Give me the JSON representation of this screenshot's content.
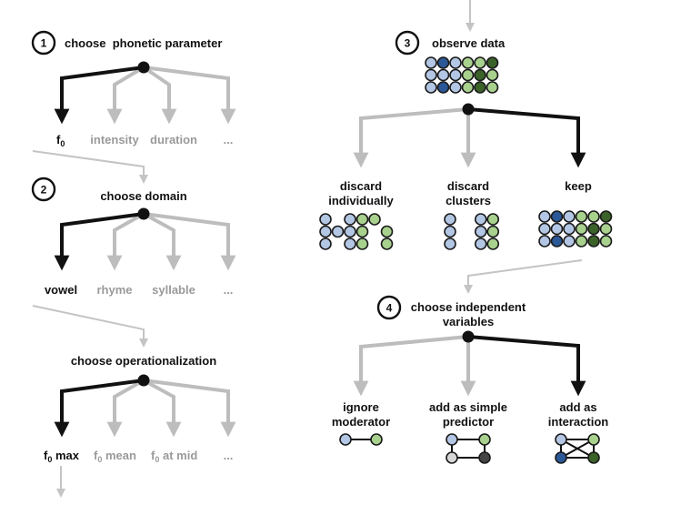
{
  "colors": {
    "chosen": "#111111",
    "rejected": "#bdbdbd",
    "connector": "#c4c4c4",
    "dot_light_blue": "#b3c7e5",
    "dot_dark_blue": "#2b5897",
    "dot_light_green": "#a8d18e",
    "dot_dark_green": "#3b6229",
    "dot_light_gray": "#d6d6d6",
    "dot_dark_gray": "#444444",
    "dot_stroke": "#1a1a1a"
  },
  "steps": [
    {
      "number": "1",
      "title": "choose  phonetic parameter",
      "options": [
        {
          "label": "f",
          "subscript": "0",
          "suffix": "",
          "chosen": true
        },
        {
          "label": "intensity",
          "subscript": "",
          "suffix": "",
          "chosen": false
        },
        {
          "label": "duration",
          "subscript": "",
          "suffix": "",
          "chosen": false
        },
        {
          "label": "...",
          "subscript": "",
          "suffix": "",
          "chosen": false
        }
      ]
    },
    {
      "number": "2",
      "title": "choose domain",
      "options": [
        {
          "label": "vowel",
          "chosen": true
        },
        {
          "label": "rhyme",
          "chosen": false
        },
        {
          "label": "syllable",
          "chosen": false
        },
        {
          "label": "...",
          "chosen": false
        }
      ]
    },
    {
      "number": "",
      "title": "choose operationalization",
      "options": [
        {
          "label": "f",
          "subscript": "0",
          "suffix": " max",
          "chosen": true
        },
        {
          "label": "f",
          "subscript": "0",
          "suffix": " mean",
          "chosen": false
        },
        {
          "label": "f",
          "subscript": "0",
          "suffix": " at mid",
          "chosen": false
        },
        {
          "label": "...",
          "subscript": "",
          "suffix": "",
          "chosen": false
        }
      ]
    },
    {
      "number": "3",
      "title": "observe data",
      "grid": [
        [
          "LB",
          "DB",
          "LB",
          "LG",
          "LG",
          "DG"
        ],
        [
          "LB",
          "LB",
          "LB",
          "LG",
          "DG",
          "LG"
        ],
        [
          "LB",
          "DB",
          "LB",
          "LG",
          "DG",
          "LG"
        ]
      ],
      "options": [
        {
          "label_lines": [
            "discard",
            "individually"
          ],
          "chosen": false,
          "grid": [
            [
              "LB",
              "",
              "LB",
              "LG",
              "LG",
              ""
            ],
            [
              "LB",
              "LB",
              "LB",
              "LG",
              "",
              "LG"
            ],
            [
              "LB",
              "",
              "LB",
              "LG",
              "",
              "LG"
            ]
          ]
        },
        {
          "label_lines": [
            "discard",
            "clusters"
          ],
          "chosen": false,
          "grid": [
            [
              "LB",
              "",
              "LB",
              "LG"
            ],
            [
              "LB",
              "",
              "LB",
              "LG"
            ],
            [
              "LB",
              "",
              "LB",
              "LG"
            ]
          ]
        },
        {
          "label_lines": [
            "keep"
          ],
          "chosen": true,
          "grid": [
            [
              "LB",
              "DB",
              "LB",
              "LG",
              "LG",
              "DG"
            ],
            [
              "LB",
              "LB",
              "LB",
              "LG",
              "DG",
              "LG"
            ],
            [
              "LB",
              "DB",
              "LB",
              "LG",
              "DG",
              "LG"
            ]
          ]
        }
      ]
    },
    {
      "number": "4",
      "title_lines": [
        "choose independent",
        "variables"
      ],
      "options": [
        {
          "label_lines": [
            "ignore",
            "moderator"
          ],
          "chosen": false,
          "graph": {
            "nodes": [
              "LB",
              "LG"
            ],
            "edges": [
              [
                0,
                1
              ]
            ]
          }
        },
        {
          "label_lines": [
            "add as simple",
            "predictor"
          ],
          "chosen": false,
          "graph": {
            "nodes": [
              "LB",
              "LG",
              "LGY",
              "DGY"
            ],
            "edges": [
              [
                0,
                1
              ],
              [
                0,
                2
              ],
              [
                1,
                3
              ],
              [
                2,
                3
              ]
            ]
          }
        },
        {
          "label_lines": [
            "add as",
            "interaction"
          ],
          "chosen": true,
          "graph": {
            "nodes": [
              "LB",
              "LG",
              "DB",
              "DG"
            ],
            "edges": [
              [
                0,
                1
              ],
              [
                0,
                2
              ],
              [
                1,
                3
              ],
              [
                2,
                3
              ],
              [
                0,
                3
              ],
              [
                1,
                2
              ]
            ]
          }
        }
      ]
    }
  ]
}
